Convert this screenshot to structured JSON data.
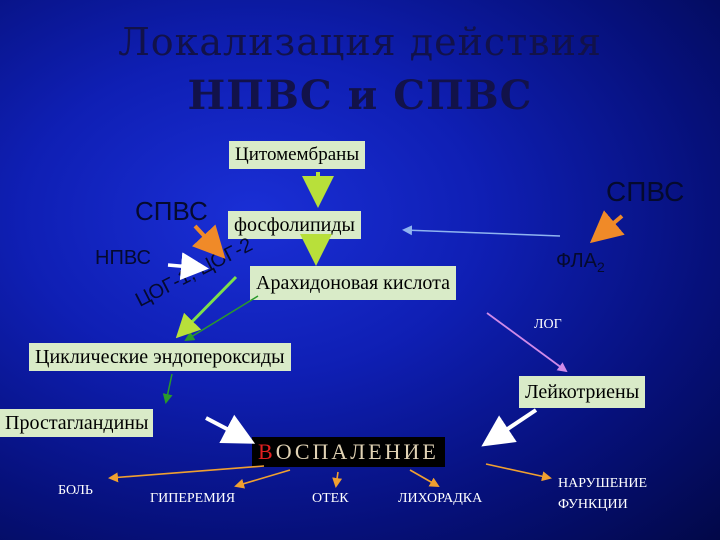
{
  "title": {
    "line1": "Локализация действия",
    "line2": "НПВС и СПВС"
  },
  "nodes": {
    "cytomembranes": "Цитомембраны",
    "phospholipids": "фосфолипиды",
    "arachidonic": "Арахидоновая кислота",
    "cyclic": "Циклические эндопероксиды",
    "prostaglandins": "Простагландины",
    "leukotrienes": "Лейкотриены"
  },
  "labels": {
    "spvs_left": "СПВС",
    "spvs_right": "СПВС",
    "npvs": "НПВС",
    "cox": "ЦОГ-1, ЦОГ-2",
    "pla2": "ФЛА",
    "pla2_sub": "2",
    "log": "ЛОГ"
  },
  "inflammation": {
    "first_letter": "В",
    "rest": "ОСПАЛЕНИЕ"
  },
  "effects": {
    "pain": "БОЛЬ",
    "hyperemia": "ГИПЕРЕМИЯ",
    "edema": "ОТЕК",
    "fever": "ЛИХОРАДКА",
    "dysfunction_line1": "НАРУШЕНИЕ",
    "dysfunction_line2": "ФУНКЦИИ"
  },
  "colors": {
    "background": "#0f1fb4",
    "box_fill": "#d9ebc8",
    "title_text": "#12124a",
    "arrow_green": "#b8e03a",
    "arrow_orange": "#f08a28",
    "arrow_white": "#ffffff",
    "arrow_lightblue": "#8fb4f0",
    "arrow_violet": "#d08ae8",
    "inflammation_accent": "#e02020"
  }
}
